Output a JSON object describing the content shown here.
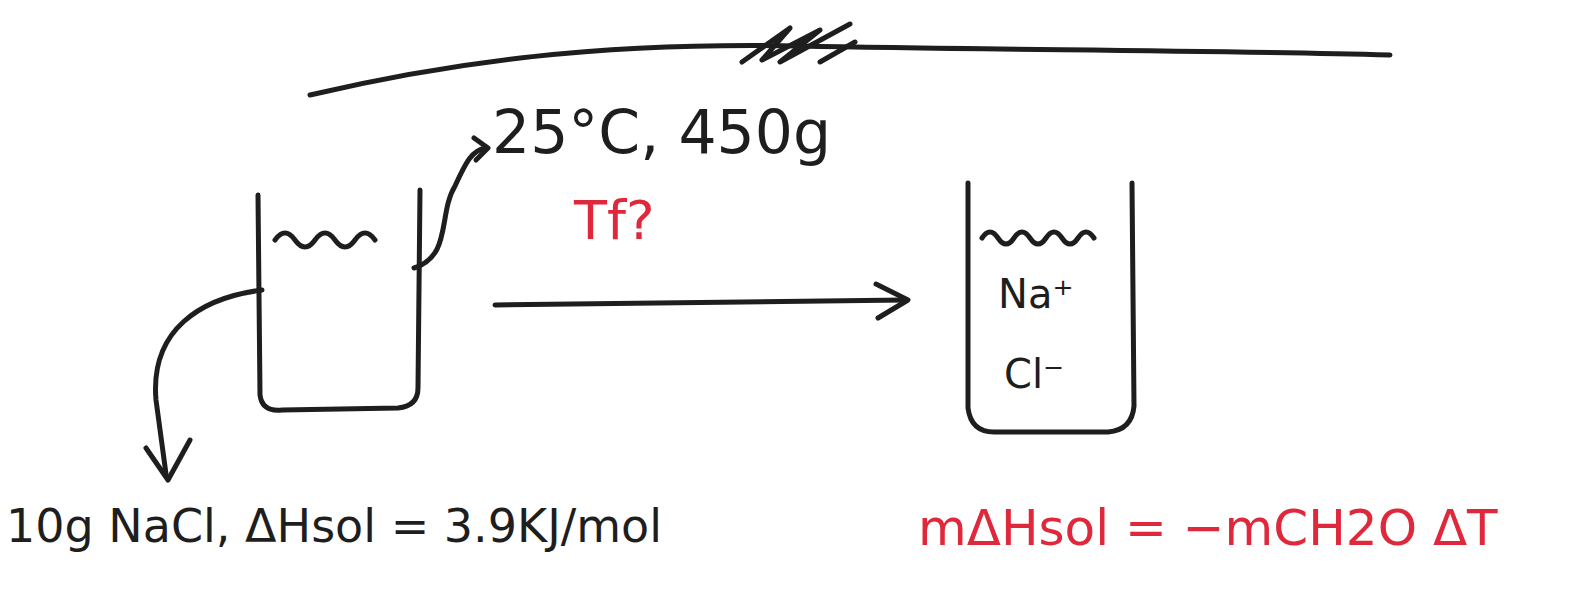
{
  "diagram": {
    "nodes": [
      {
        "text": [
          "Na⁺",
          "Cl⁻"
        ]
      }
    ],
    "labels": [
      "25°C, 450g",
      "Tf?",
      "10g NaCl, ΔHsol = 3.9KJ/mol",
      "mΔHsol = −mCH2O ΔT"
    ]
  }
}
